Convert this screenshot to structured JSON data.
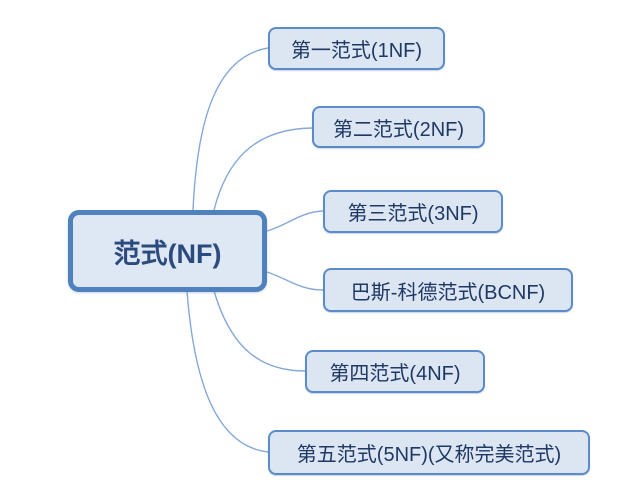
{
  "diagram": {
    "type": "mindmap",
    "topic": "database normal forms",
    "root": {
      "label": "范式(NF)"
    },
    "children": [
      {
        "id": "1nf",
        "label": "第一范式(1NF)"
      },
      {
        "id": "2nf",
        "label": "第二范式(2NF)"
      },
      {
        "id": "3nf",
        "label": "第三范式(3NF)"
      },
      {
        "id": "bcnf",
        "label": "巴斯-科德范式(BCNF)"
      },
      {
        "id": "4nf",
        "label": "第四范式(4NF)"
      },
      {
        "id": "5nf",
        "label": "第五范式(5NF)(又称完美范式)"
      }
    ],
    "colors": {
      "background": "#FFFFFF",
      "root_border": "#4F81BD",
      "child_border": "#5B8BC9",
      "node_fill": "#DCE6F2",
      "text": "#1F3864",
      "connector": "#85A9D9"
    }
  }
}
